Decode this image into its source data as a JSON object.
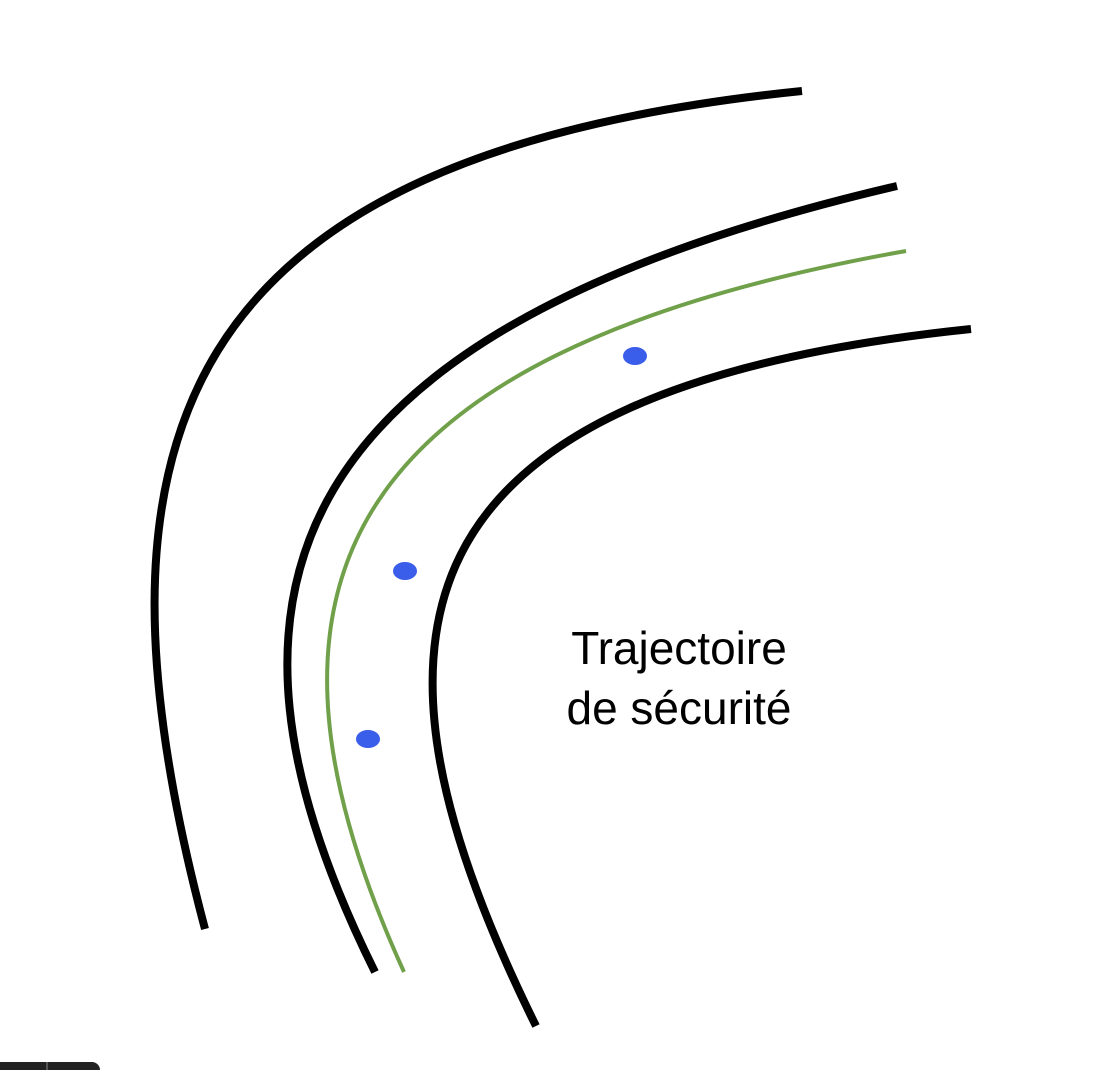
{
  "diagram": {
    "label_line1": "Trajectoire",
    "label_line2": "de sécurité",
    "colors": {
      "road_edge": "#000000",
      "trajectory": "#70a04a",
      "marker": "#3a5eea"
    },
    "markers_count": 3
  }
}
